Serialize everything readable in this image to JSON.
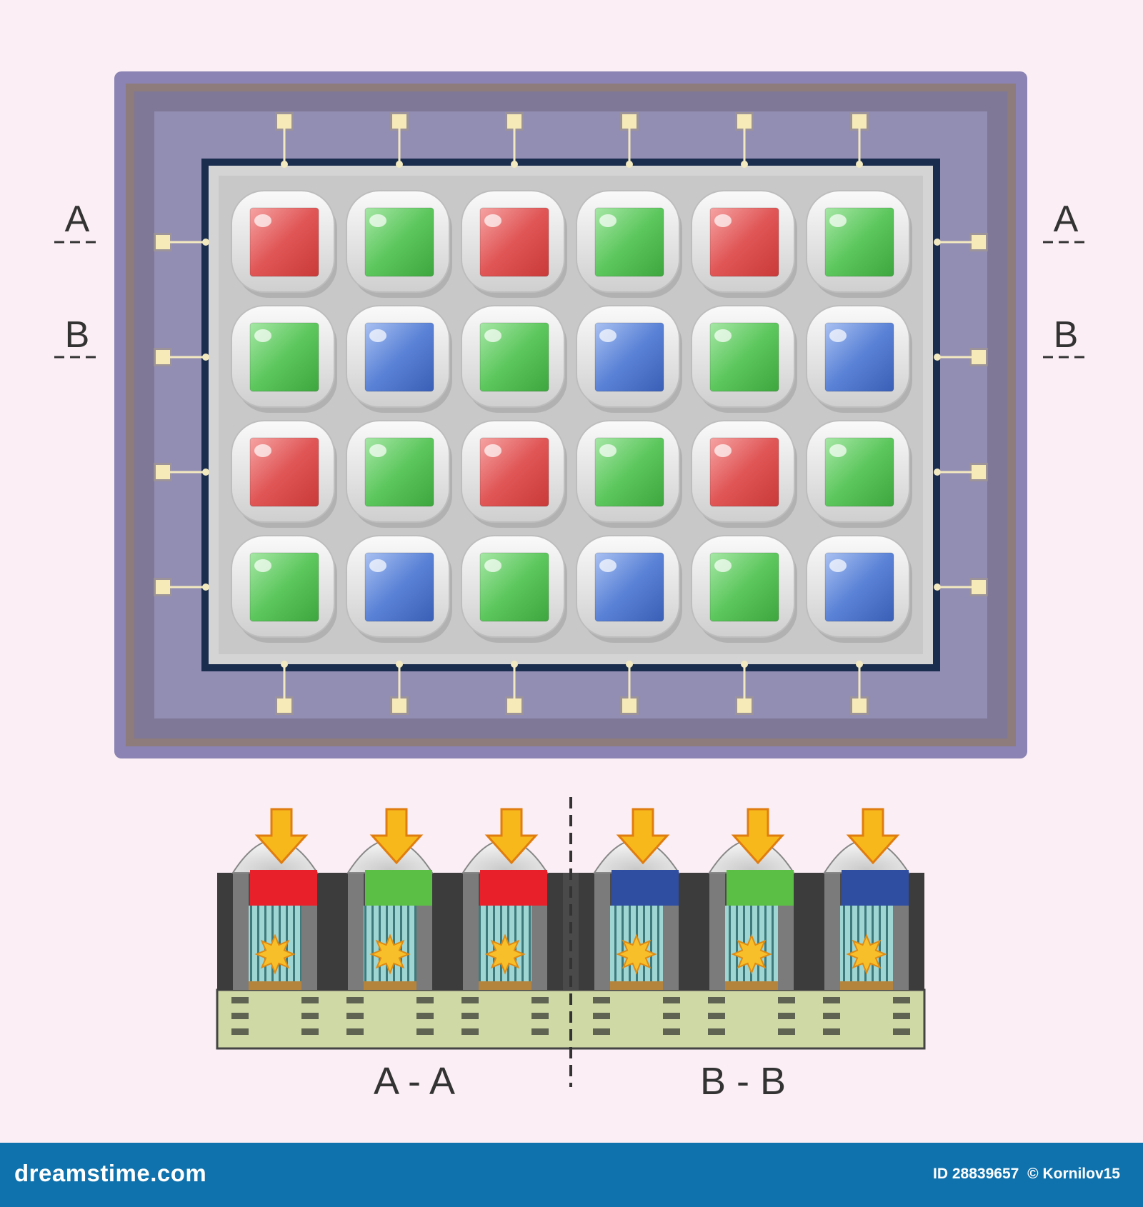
{
  "section_markers": {
    "top_left": "A",
    "bottom_left": "B",
    "top_right": "A",
    "bottom_right": "B"
  },
  "colors": {
    "background": "#fbeef4",
    "red": "#e03a3a",
    "green": "#4cbd4c",
    "blue": "#3a66c9",
    "arrow": "#f7b81b",
    "footer": "#0f72ad"
  },
  "sensor_grid": {
    "rows": [
      [
        "red",
        "green",
        "red",
        "green",
        "red",
        "green"
      ],
      [
        "green",
        "blue",
        "green",
        "blue",
        "green",
        "blue"
      ],
      [
        "red",
        "green",
        "red",
        "green",
        "red",
        "green"
      ],
      [
        "green",
        "blue",
        "green",
        "blue",
        "green",
        "blue"
      ]
    ]
  },
  "cross_section": {
    "pixels": [
      "red",
      "green",
      "red",
      "blue",
      "green",
      "blue"
    ],
    "labels": [
      "A - A",
      "B - B"
    ]
  },
  "footer": {
    "brand": "dreamstime.com",
    "id": "ID 28839657",
    "author": "© Kornilov15"
  }
}
